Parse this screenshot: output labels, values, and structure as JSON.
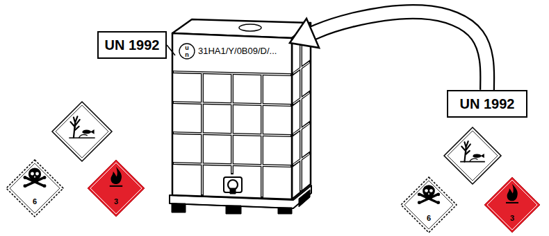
{
  "diagram": {
    "nodes": [
      {
        "text": [
          "UN 1992"
        ]
      },
      {
        "text": [
          "31HA1/Y/0B09/D/..."
        ]
      },
      {
        "text": [
          "u",
          "n"
        ],
        "in": 1
      },
      {
        "text": [
          "6"
        ]
      },
      {
        "text": [
          "3"
        ]
      },
      {
        "text": [
          "UN 1992"
        ]
      },
      {
        "text": [
          "6"
        ]
      },
      {
        "text": [
          "3"
        ]
      }
    ],
    "edges": [
      {
        "from": 0,
        "to": 1,
        "arrow": "none"
      },
      {
        "from": 5,
        "to": 1,
        "arrow": "to"
      }
    ]
  }
}
